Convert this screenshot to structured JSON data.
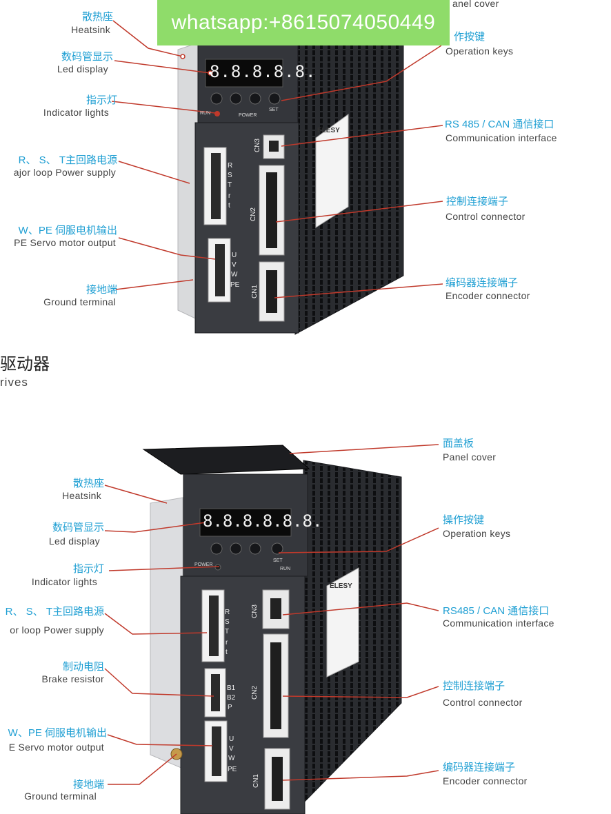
{
  "watermark": "whatsapp:+8615074050449",
  "top_diagram": {
    "labels": {
      "panel_cover_en": "anel cover",
      "heatsink_cn": "散热座",
      "heatsink_en": "Heatsink",
      "led_cn": "数码管显示",
      "led_en": "Led display",
      "indicator_cn": "指示灯",
      "indicator_en": "Indicator lights",
      "power_cn": "R、 S、 T主回路电源",
      "power_en": "ajor loop Power supply",
      "motor_cn": "W、PE  伺服电机输出",
      "motor_en": "PE Servo motor output",
      "ground_cn": "接地端",
      "ground_en": "Ground terminal",
      "keys_cn": "作按键",
      "keys_en": "Operation keys",
      "comm_cn": "RS 485 / CAN  通信接口",
      "comm_en": "Communication interface",
      "control_cn": "控制连接端子",
      "control_en": "Control connector",
      "encoder_cn": "编码器连接端子",
      "encoder_en": "Encoder connector"
    },
    "device": {
      "display": "8.8.8.8.8.",
      "run": "RUN",
      "power": "POWER",
      "set": "SET",
      "cn3": "CN3",
      "cn2": "CN2",
      "cn1": "CN1",
      "rst": [
        "R",
        "S",
        "T",
        "r",
        "t"
      ],
      "uvw": [
        "U",
        "V",
        "W",
        "PE"
      ],
      "brand": "ELESY"
    }
  },
  "section_title": {
    "cn": "驱动器",
    "en": "rives"
  },
  "bottom_diagram": {
    "labels": {
      "panel_cover_cn": "面盖板",
      "panel_cover_en": "Panel cover",
      "heatsink_cn": "散热座",
      "heatsink_en": "Heatsink",
      "led_cn": "数码管显示",
      "led_en": "Led display",
      "indicator_cn": "指示灯",
      "indicator_en": "Indicator lights",
      "power_cn": "R、 S、 T主回路电源",
      "power_en": "or loop Power supply",
      "brake_cn": "制动电阻",
      "brake_en": "Brake resistor",
      "motor_cn": "W、PE  伺服电机输出",
      "motor_en": "E Servo motor output",
      "ground_cn": "接地端",
      "ground_en": "Ground terminal",
      "keys_cn": "操作按键",
      "keys_en": "Operation keys",
      "comm_cn": "RS485 / CAN  通信接口",
      "comm_en": "Communication interface",
      "control_cn": "控制连接端子",
      "control_en": "Control connector",
      "encoder_cn": "编码器连接端子",
      "encoder_en": "Encoder connector"
    },
    "device": {
      "display": "8.8.8.8.8.8.",
      "run": "RUN",
      "power": "POWER",
      "set": "SET",
      "cn3": "CN3",
      "cn2": "CN2",
      "cn1": "CN1",
      "rst": [
        "R",
        "S",
        "T",
        "r",
        "t"
      ],
      "brake": [
        "B1",
        "B2",
        "P"
      ],
      "uvw": [
        "U",
        "V",
        "W",
        "PE"
      ],
      "brand": "ELESY"
    }
  },
  "colors": {
    "accent": "#1f9fd3",
    "leader": "#c0392b",
    "body": "#2b2d31",
    "watermark_bg": "#8fdc6a"
  }
}
